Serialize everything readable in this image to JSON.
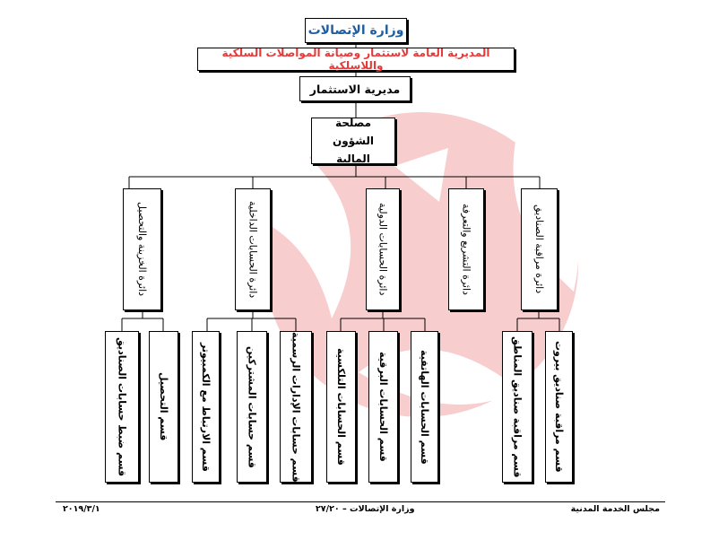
{
  "header": {
    "ministry": "وزارة الإتصالات",
    "directorate_general": "المديرية العامة لاستثمار وصيانة المواصلات السلكية واللاسلكية",
    "directorate": "مديرية الاستثمار"
  },
  "service": {
    "line1": "مصلحة الشؤون",
    "line2": "المالية"
  },
  "departments": [
    {
      "label": "دائرة مراقبة الصناديق",
      "sections": [
        "قسم مراقبة صناديق بيروت",
        "قسم مراقبة صناديق المناطق"
      ]
    },
    {
      "label": "دائرة التشريع والتعرفة",
      "sections": []
    },
    {
      "label": "دائرة الحسابات الدولية",
      "sections": [
        "قسم الحسابات الهاتفية",
        "قسم الحسابات البرقية",
        "قسم الحسابات التلكسية"
      ]
    },
    {
      "label": "دائرة الحسابات الداخلية",
      "sections": [
        "قسم حسابات الإدارات الرسمية",
        "قسم حسابات المشتركين",
        "قسم الارتباط مع الكمبيوتر"
      ]
    },
    {
      "label": "دائرة الخزينة والتحصيل",
      "sections": [
        "قسم التحصيل",
        "قسم ضبط حسابات الصناديق"
      ]
    }
  ],
  "footer": {
    "left": "مجلس الخدمة المدنية",
    "center": "وزارة الإتصالات – ٢٧/٢٠",
    "right": "٢٠١٩/٣/١"
  },
  "colors": {
    "ministry_text": "#1f5fa0",
    "directorate_general_text": "#e53a3a",
    "watermark": "#f7c4c6"
  }
}
